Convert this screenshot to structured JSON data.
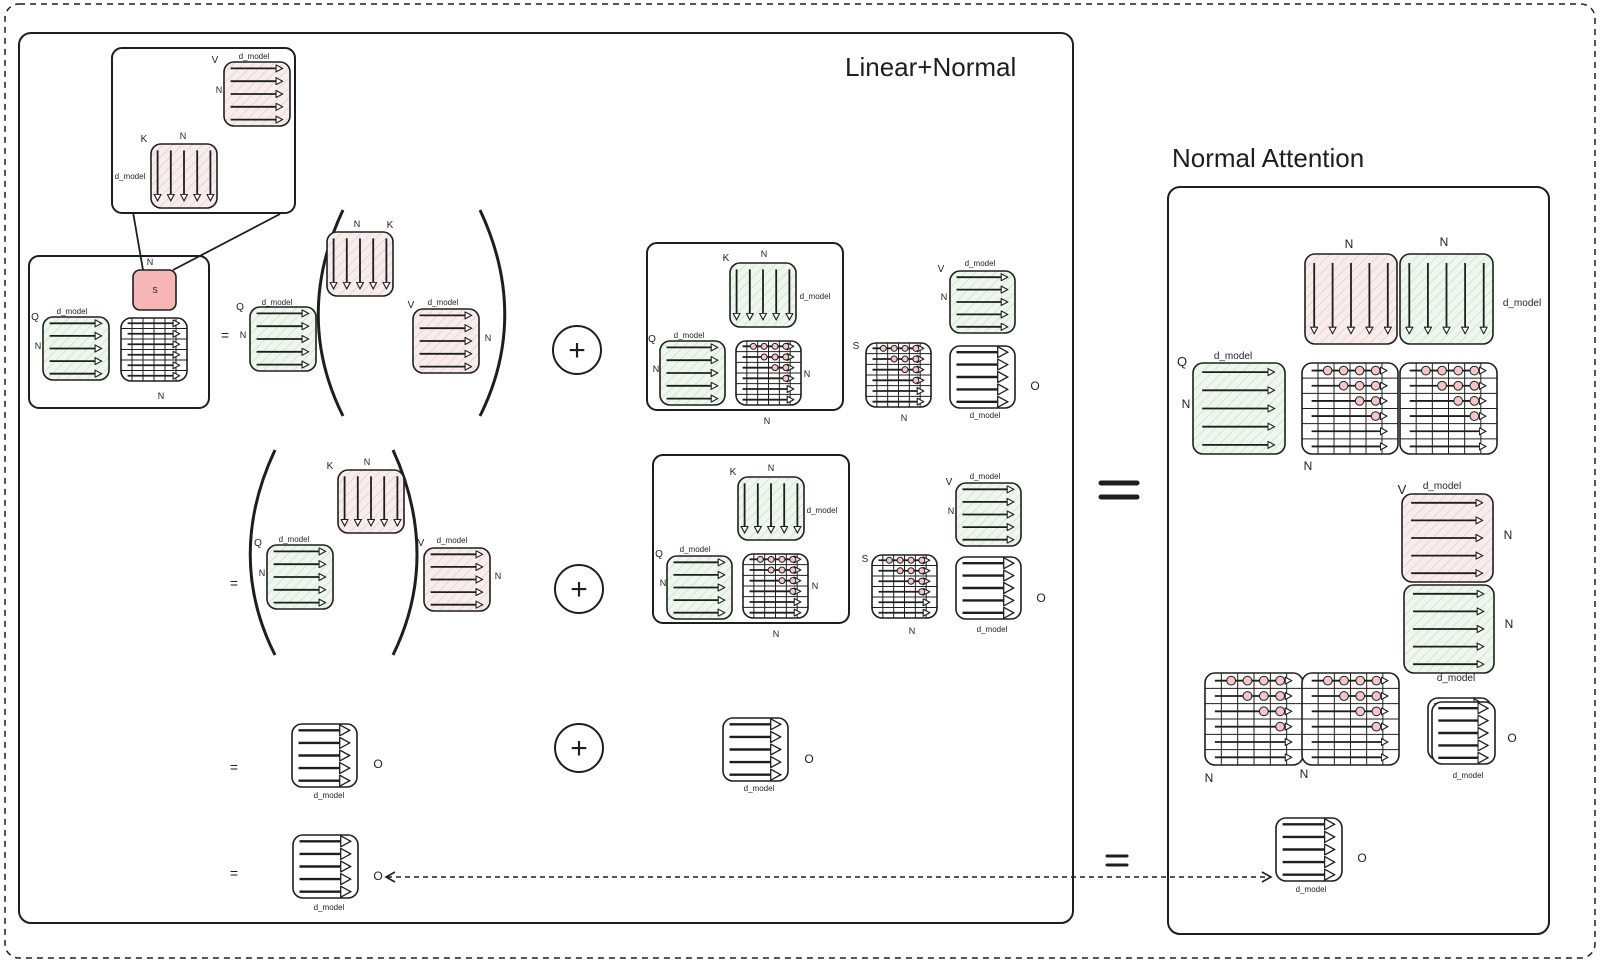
{
  "panels": {
    "linear": {
      "title": "Linear+Normal"
    },
    "normal": {
      "title": "Normal Attention"
    }
  },
  "labels": {
    "q": "Q",
    "k": "K",
    "v": "V",
    "o": "O",
    "n": "N",
    "s": "S",
    "d_model": "d_model",
    "s_tile": "S"
  },
  "operators": {
    "plus": "+",
    "equals": "=",
    "big_equals": "="
  },
  "colors": {
    "green_fill": "#e9f3e9",
    "red_fill": "#f6e3e3",
    "s_fill": "#f6b6b6",
    "dot_fill": "#f4c6c6",
    "stroke": "#1e1e1e"
  }
}
